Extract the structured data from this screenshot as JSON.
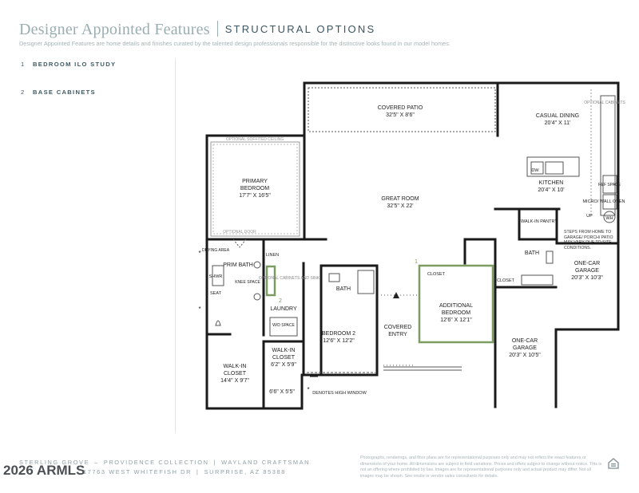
{
  "header": {
    "title": "Designer Appointed Features",
    "subtitle": "STRUCTURAL OPTIONS",
    "intro": "Designer Appointed Features are home details and finishes curated by the talented design professionals responsible for the distinctive looks found in our model homes."
  },
  "options": [
    {
      "num": "1",
      "label": "BEDROOM ILO STUDY"
    },
    {
      "num": "2",
      "label": "BASE CABINETS"
    }
  ],
  "plan": {
    "rooms": {
      "covered_patio": {
        "name": "COVERED PATIO",
        "dims": "32'5\" X 8'6\""
      },
      "casual_dining": {
        "name": "CASUAL DINING",
        "dims": "20'4\" X 11'"
      },
      "optional_cabinets_top": "OPTIONAL CABINETS",
      "primary_bedroom": {
        "name1": "PRIMARY",
        "name2": "BEDROOM",
        "dims": "17'7\" X 16'5\""
      },
      "optional_soffited_ceiling": "OPTIONAL SOFFITED CEILING",
      "optional_door": "OPTIONAL DOOR",
      "great_room": {
        "name": "GREAT ROOM",
        "dims": "32'5\" X 22'"
      },
      "kitchen": {
        "name": "KITCHEN",
        "dims": "20'4\" X 10'"
      },
      "dw": "DW",
      "ref_space": "REF SPACE",
      "micro_wall_oven": "MICRO/ WALL OVEN",
      "up": "UP",
      "wh": "WH",
      "walk_in_pantry": "WALK-IN PANTRY",
      "steps_note": "STEPS FROM HOME TO GARAGE/ PORCH/ PATIO MAY VARY DUE TO SITE CONDITIONS.",
      "bath_right": "BATH",
      "one_car_garage_1": {
        "name1": "ONE-CAR",
        "name2": "GARAGE",
        "dims": "20'3\" X 10'3\""
      },
      "closet_right": "CLOSET",
      "drying_area": "DRYING AREA",
      "shwr": "SHWR",
      "seat": "SEAT",
      "prim_bath": "PRIM BATH",
      "knee_space": "KNEE SPACE",
      "linen": "LINEN",
      "optional_cabinets_sink": "OPTIONAL CABINETS AND SINK",
      "laundry": "LAUNDRY",
      "wd_space": "W/D SPACE",
      "bath_mid": "BATH",
      "bedroom2": {
        "name": "BEDROOM 2",
        "dims": "12'6\" X 12'2\""
      },
      "covered_entry": {
        "name1": "COVERED",
        "name2": "ENTRY"
      },
      "additional_bedroom": {
        "name1": "ADDITIONAL",
        "name2": "BEDROOM",
        "dims": "12'6\" X 12'1\""
      },
      "closet_add": "CLOSET",
      "one_car_garage_2": {
        "name1": "ONE-CAR",
        "name2": "GARAGE",
        "dims": "20'3\" X 10'5\""
      },
      "walk_in_closet_big": {
        "name1": "WALK-IN",
        "name2": "CLOSET",
        "dims": "14'4\" X 9'7\""
      },
      "walk_in_closet_small": {
        "name1": "WALK-IN",
        "name2": "CLOSET",
        "dims": "6'2\" X 5'9\""
      },
      "small_dims": "6'6\" X 5'5\"",
      "high_window_note": "DENOTES HIGH WINDOW",
      "marker1": "1",
      "marker2": "2",
      "star": "*"
    }
  },
  "footer": {
    "line1_a": "STERLING GROVE",
    "line1_b": "PROVIDENCE COLLECTION",
    "line1_c": "WAYLAND CRAFTSMAN",
    "line2_a": "17763 WEST WHITEFISH DR",
    "line2_b": "SURPRISE, AZ 85388",
    "watermark": "2026 ARMLS",
    "disclaimer": "Photographs, renderings, and floor plans are for representational purposes only and may not reflect the exact features or dimensions of your home. All dimensions are subject to field variations. Prices and offers subject to change without notice. This is not an offering where prohibited by law. Images are for representational purposes only and actual product may differ. Not all images may be shown. See onsite or vendor sales consultants for details."
  },
  "colors": {
    "wall": "#1a1a1a",
    "highlight": "#7c9c63",
    "title": "#9aaeb2",
    "accent_text": "#3e5a66"
  }
}
